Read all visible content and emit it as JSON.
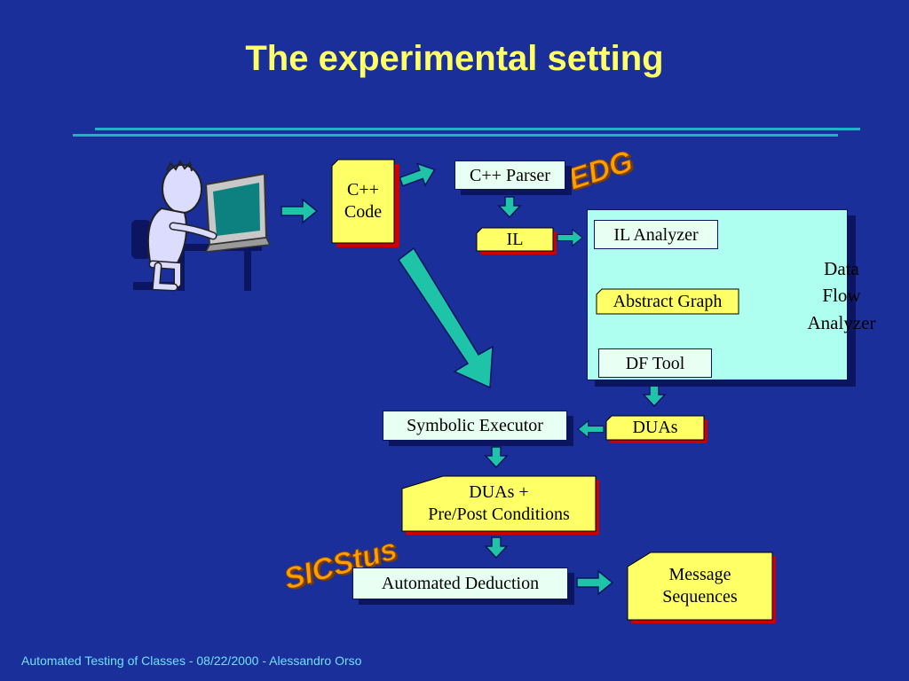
{
  "slide": {
    "title": "The experimental setting",
    "footer": "Automated Testing of Classes - 08/22/2000  - Alessandro Orso"
  },
  "diagram": {
    "nodes": {
      "cpp_code": [
        "C++",
        "Code"
      ],
      "cpp_parser": "C++ Parser",
      "il": "IL",
      "il_analyzer": "IL Analyzer",
      "abstract_graph": "Abstract Graph",
      "df_tool": "DF Tool",
      "dfa_label": [
        "Data",
        "Flow",
        "Analyzer"
      ],
      "symbolic_executor": "Symbolic Executor",
      "duas": "DUAs",
      "duas_conditions": [
        "DUAs +",
        "Pre/Post Conditions"
      ],
      "automated_deduction": "Automated Deduction",
      "message_sequences": [
        "Message",
        "Sequences"
      ]
    },
    "wordart": {
      "edg": "EDG",
      "sicstus": "SICStus"
    }
  },
  "colors": {
    "background": "#1a2f9a",
    "title": "#ffff66",
    "box_fill": "#e8fff4",
    "panel_fill": "#aefff0",
    "doc_fill": "#ffff66",
    "doc_shadow": "#cc0000",
    "arrow": "#1fc4a8",
    "wordart": "#ffa000"
  }
}
